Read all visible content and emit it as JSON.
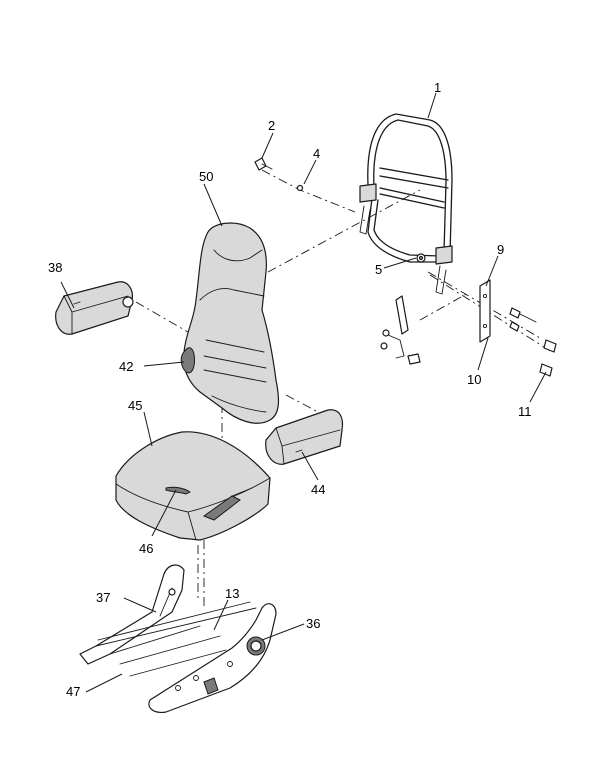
{
  "callouts": {
    "c1": "1",
    "c2": "2",
    "c4": "4",
    "c5": "5",
    "c9": "9",
    "c10": "10",
    "c11": "11",
    "c13": "13",
    "c36": "36",
    "c37": "37",
    "c38": "38",
    "c42": "42",
    "c44": "44",
    "c45": "45",
    "c46": "46",
    "c47": "47",
    "c50": "50"
  },
  "colors": {
    "line": "#1a1a1a",
    "shade": "#d9d9d9",
    "dark": "#7a7a7a"
  }
}
